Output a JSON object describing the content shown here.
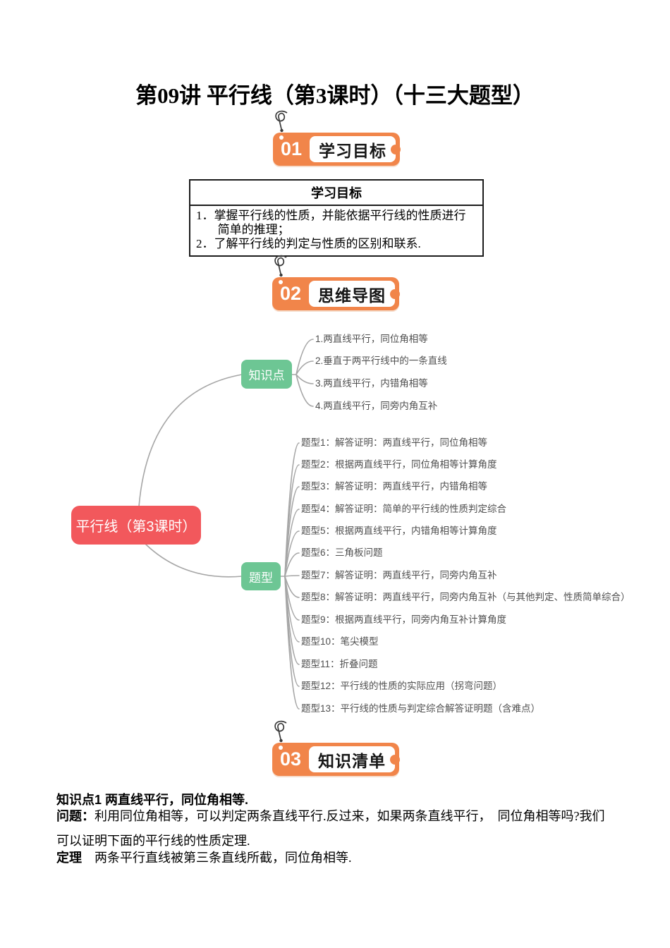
{
  "title": "第09讲 平行线（第3课时）（十三大题型）",
  "badges": {
    "b1": {
      "number": "01",
      "label": "学习目标"
    },
    "b2": {
      "number": "02",
      "label": "思维导图"
    },
    "b3": {
      "number": "03",
      "label": "知识清单"
    }
  },
  "objectives": {
    "header": "学习目标",
    "item1": "1．掌握平行线的性质，并能依据平行线的性质进行简单的推理；",
    "item2": "2．了解平行线的判定与性质的区别和联系."
  },
  "mindmap": {
    "root": "平行线（第3课时）",
    "knowledge": {
      "label": "知识点",
      "items": [
        "1.两直线平行，同位角相等",
        "2.垂直于两平行线中的一条直线",
        "3.两直线平行，内错角相等",
        "4.两直线平行，同旁内角互补"
      ]
    },
    "types": {
      "label": "题型",
      "items": [
        "题型1：解答证明：两直线平行，同位角相等",
        "题型2：根据两直线平行，同位角相等计算角度",
        "题型3：解答证明：两直线平行，内错角相等",
        "题型4：解答证明：简单的平行线的性质判定综合",
        "题型5：根据两直线平行，内错角相等计算角度",
        "题型6：三角板问题",
        "题型7：解答证明：两直线平行，同旁内角互补",
        "题型8：解答证明：两直线平行，同旁内角互补（与其他判定、性质简单综合）",
        "题型9：根据两直线平行，同旁内角互补计算角度",
        "题型10：笔尖模型",
        "题型11：折叠问题",
        "题型12：平行线的性质的实际应用（拐弯问题）",
        "题型13：平行线的性质与判定综合解答证明题（含难点）"
      ]
    }
  },
  "knowledge_list": {
    "heading": "知识点1 两直线平行，同位角相等.",
    "problem_label": "问题：",
    "problem_text": "利用同位角相等，可以判定两条直线平行.反过来，如果两条直线平行，　同位角相等吗?我们可以证明下面的平行线的性质定理.",
    "theorem_label": "定理",
    "theorem_text": "　两条平行直线被第三条直线所截，同位角相等."
  },
  "colors": {
    "accent_orange": "#f1854a",
    "node_red": "#f2585c",
    "node_green": "#6dc694",
    "connector_gray": "#a6a6a6"
  }
}
